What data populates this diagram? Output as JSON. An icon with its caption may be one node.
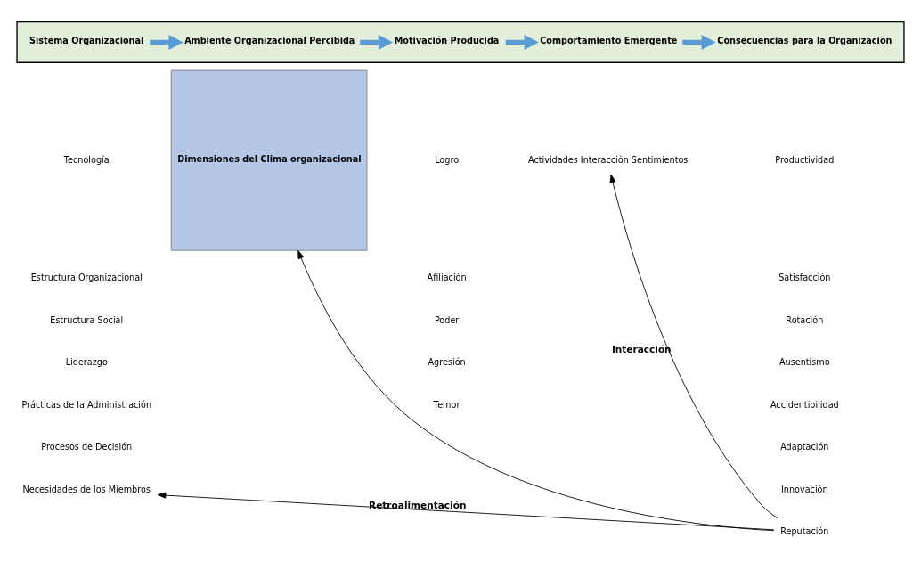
{
  "diagram": {
    "nodes": [
      {
        "text": [],
        "shape": "band"
      },
      {
        "text": [
          "Sistema Organizacional"
        ],
        "in": 0
      },
      {
        "text": [
          "Ambiente Organizacional Percibida"
        ],
        "in": 0
      },
      {
        "text": [
          "Motivación Producida"
        ],
        "in": 0
      },
      {
        "text": [
          "Comportamiento Emergente"
        ],
        "in": 0
      },
      {
        "text": [
          "Consecuencias para la Organización"
        ],
        "in": 0
      },
      {
        "text": [
          "Necesidades de los Miembros"
        ]
      },
      {
        "text": [
          "Dimensiones del Clima organizacional"
        ]
      },
      {
        "text": [
          "Actividades Interacción Sentimientos"
        ]
      },
      {
        "text": [
          "Reputación"
        ]
      }
    ],
    "edges": [
      {
        "from": 1,
        "to": 2,
        "arrow": "to",
        "color": "#5b9bd5"
      },
      {
        "from": 2,
        "to": 3,
        "arrow": "to",
        "color": "#5b9bd5"
      },
      {
        "from": 3,
        "to": 4,
        "arrow": "to",
        "color": "#5b9bd5"
      },
      {
        "from": 4,
        "to": 5,
        "arrow": "to",
        "color": "#5b9bd5"
      },
      {
        "from": 9,
        "to": 6,
        "arrow": "to",
        "label": "Retroalimentación",
        "color": "#000000"
      },
      {
        "from": 9,
        "to": 7,
        "arrow": "to",
        "color": "#000000"
      },
      {
        "from": 9,
        "to": 8,
        "arrow": "to",
        "label": "Interacción",
        "color": "#000000"
      }
    ],
    "labels": [
      "Tecnología",
      "Estructura Organizacional",
      "Estructura Social",
      "Liderazgo",
      "Prácticas de la Administración",
      "Procesos de Decisión",
      "Logro",
      "Afiliación",
      "Poder",
      "Agresión",
      "Temor",
      "Productividad",
      "Satisfacción",
      "Rotación",
      "Ausentismo",
      "Accidentibilidad",
      "Adaptación",
      "Innovación"
    ]
  }
}
